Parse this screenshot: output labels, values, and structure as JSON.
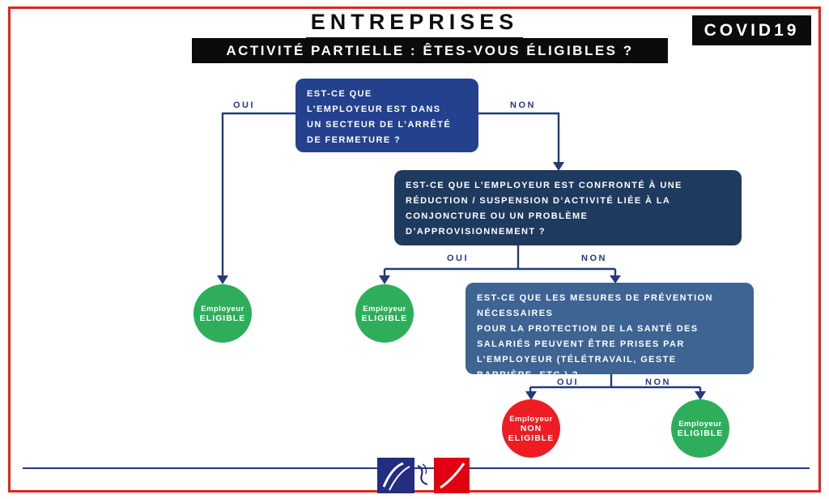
{
  "header": {
    "title": "ENTREPRISES",
    "banner": "ACTIVITÉ PARTIELLE : ÊTES-VOUS ÉLIGIBLES ?",
    "badge": "COVID19"
  },
  "flowchart": {
    "q1": {
      "lines": [
        "EST-CE QUE",
        "L’EMPLOYEUR EST DANS",
        "UN SECTEUR DE L’ARRÊTÉ",
        "DE FERMETURE ?"
      ],
      "oui_label": "OUI",
      "non_label": "NON"
    },
    "q2": {
      "lines": [
        "EST-CE QUE L’EMPLOYEUR EST CONFRONTÉ À UNE",
        "RÉDUCTION / SUSPENSION D’ACTIVITÉ LIÉE À LA",
        "CONJONCTURE OU UN PROBLÈME",
        "D’APPROVISIONNEMENT ?"
      ],
      "oui_label": "OUI",
      "non_label": "NON"
    },
    "q3": {
      "lines": [
        "EST-CE QUE LES MESURES DE PRÉVENTION",
        "NÉCESSAIRES",
        "POUR LA PROTECTION DE LA SANTÉ DES",
        "SALARIÉS PEUVENT ÊTRE PRISES PAR",
        "L’EMPLOYEUR (TÉLÉTRAVAIL, GESTE",
        "BARRIÈRE, ETC.) ?"
      ],
      "oui_label": "OUI",
      "non_label": "NON"
    },
    "outcomes": {
      "o1": {
        "lines": [
          "Employeur",
          "ELIGIBLE"
        ],
        "status": "eligible"
      },
      "o2": {
        "lines": [
          "Employeur",
          "ELIGIBLE"
        ],
        "status": "eligible"
      },
      "o3": {
        "lines": [
          "Employeur",
          "NON",
          "ELIGIBLE"
        ],
        "status": "non-eligible"
      },
      "o4": {
        "lines": [
          "Employeur",
          "ELIGIBLE"
        ],
        "status": "eligible"
      }
    }
  },
  "colors": {
    "frame_red": "#e0261c",
    "navy_line": "#233a80",
    "q1_bg": "#24418e",
    "q2_bg": "#1f3a5f",
    "q3_bg": "#3d6493",
    "eligible_green": "#2eae5b",
    "non_eligible_red": "#ee1d23",
    "banner_bg": "#0b0b0b",
    "flag_blue": "#232d82",
    "flag_red": "#e1000f"
  }
}
